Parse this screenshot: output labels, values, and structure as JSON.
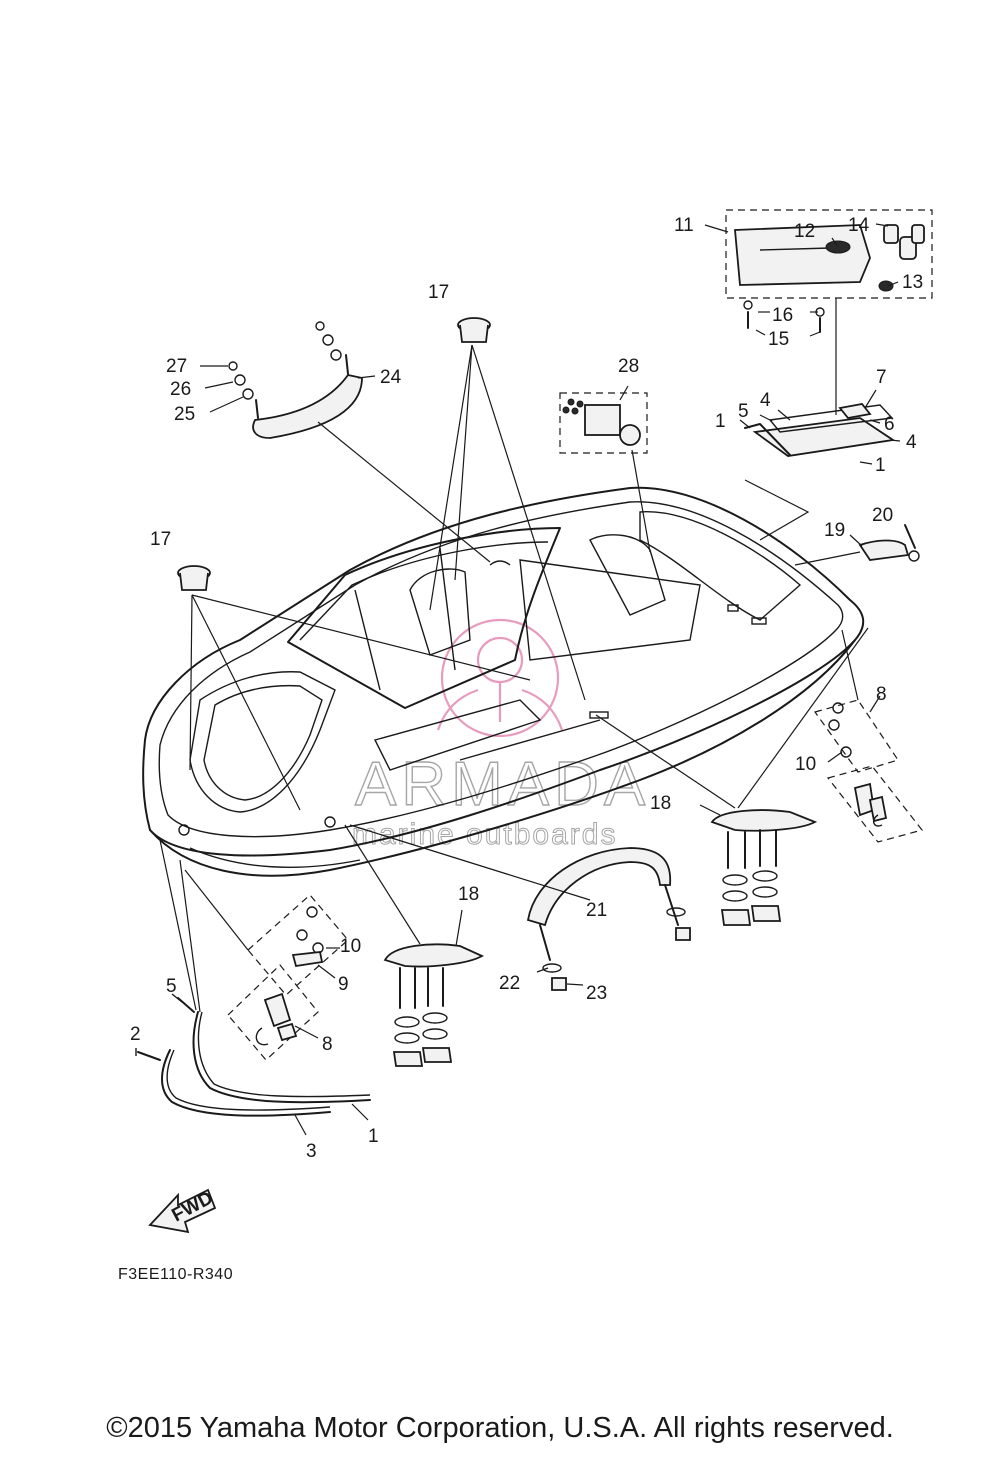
{
  "diagram": {
    "code": "F3EE110-R340",
    "copyright": "©2015 Yamaha Motor Corporation, U.S.A. All rights reserved.",
    "fwd_label": "FWD",
    "watermark": {
      "brand": "ARMADA",
      "tagline": "marine outboards"
    },
    "callouts": {
      "c1a": "1",
      "c1b": "1",
      "c1c": "1",
      "c2": "2",
      "c3": "3",
      "c4a": "4",
      "c4b": "4",
      "c5a": "5",
      "c5b": "5",
      "c6": "6",
      "c7": "7",
      "c8a": "8",
      "c8b": "8",
      "c9": "9",
      "c10a": "10",
      "c10b": "10",
      "c11": "11",
      "c12": "12",
      "c13": "13",
      "c14": "14",
      "c15": "15",
      "c16": "16",
      "c17a": "17",
      "c17b": "17",
      "c18a": "18",
      "c18b": "18",
      "c19": "19",
      "c20": "20",
      "c21": "21",
      "c22": "22",
      "c23": "23",
      "c24": "24",
      "c25": "25",
      "c26": "26",
      "c27": "27",
      "c28": "28"
    }
  }
}
